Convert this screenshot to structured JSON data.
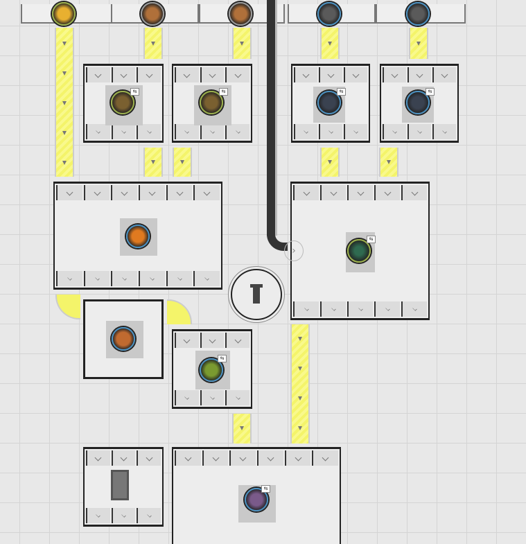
{
  "colors": {
    "belt": "#f4f46a",
    "pipe": "#333333",
    "frame": "#222222",
    "background": "#e8e8e8",
    "icon_ring_green": "#9bb04a",
    "icon_ring_blue": "#4a90c0"
  },
  "inputs": [
    {
      "item": "caterium-ore-icon",
      "color": "#e0a820"
    },
    {
      "item": "copper-ore-icon",
      "color": "#b0703a"
    },
    {
      "item": "copper-ore-icon",
      "color": "#b0703a"
    },
    {
      "item": "coal-icon",
      "color": "#4a4a4a"
    },
    {
      "item": "coal-icon",
      "color": "#4a4a4a"
    }
  ],
  "machines": [
    {
      "type": "smelter",
      "item": "ore-ingot-icon",
      "color": "#5a4520"
    },
    {
      "type": "smelter",
      "item": "ore-ingot-icon",
      "color": "#5a4520"
    },
    {
      "type": "constructor",
      "item": "coal-chunk-icon",
      "color": "#2a2f38"
    },
    {
      "type": "constructor",
      "item": "coal-chunk-icon",
      "color": "#2a2f38"
    },
    {
      "type": "manufacturer",
      "item": "copper-cube-icon",
      "color": "#d07020"
    },
    {
      "type": "refinery",
      "item": "green-circuit-icon",
      "color": "#1f3a30"
    },
    {
      "type": "assembler",
      "item": "brick-block-icon",
      "color": "#c06a30"
    },
    {
      "type": "assembler",
      "item": "circuit-board-icon",
      "color": "#6a8a30"
    },
    {
      "type": "storage",
      "item": "storage-container-icon",
      "color": "#777777"
    },
    {
      "type": "assembler",
      "item": "stack-plate-icon",
      "color": "#6a4a7a"
    }
  ]
}
